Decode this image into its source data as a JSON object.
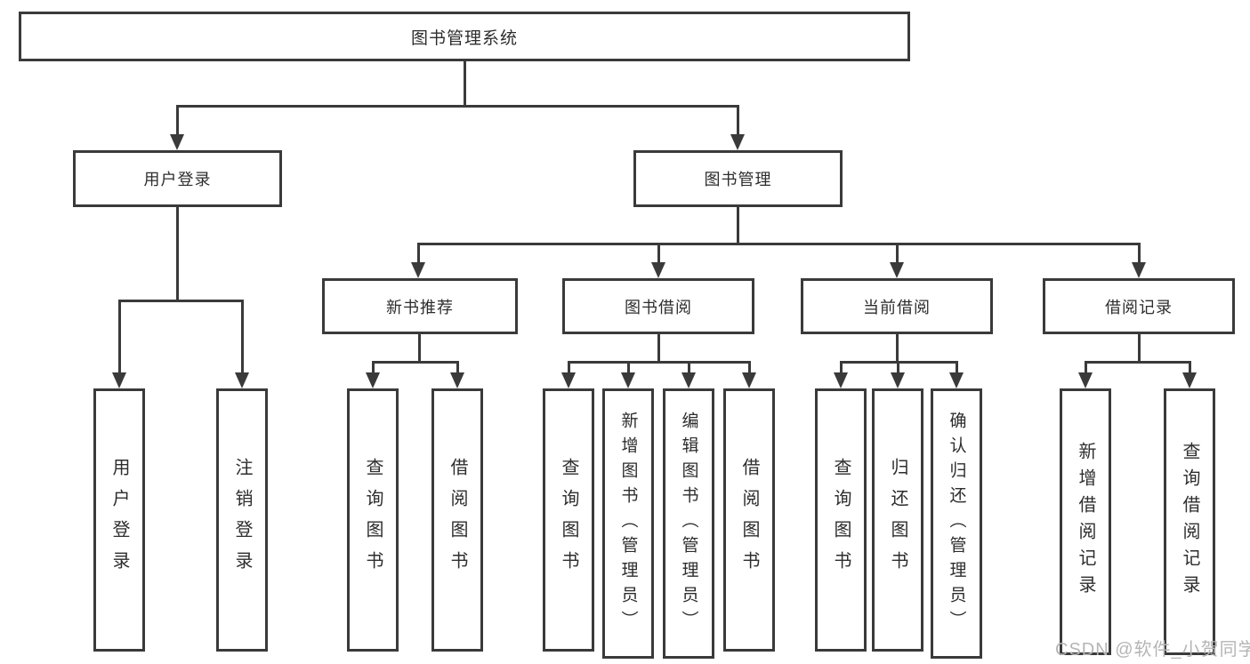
{
  "diagram": {
    "root": {
      "label": "图书管理系统"
    },
    "level2": [
      {
        "label": "用户登录"
      },
      {
        "label": "图书管理"
      }
    ],
    "level3": [
      {
        "label": "新书推荐"
      },
      {
        "label": "图书借阅"
      },
      {
        "label": "当前借阅"
      },
      {
        "label": "借阅记录"
      }
    ],
    "leaves": {
      "user_login": [
        "用户登录",
        "注销登录"
      ],
      "new_book": [
        "查询图书",
        "借阅图书"
      ],
      "book_borrow": [
        "查询图书",
        "新增图书（管理员）",
        "编辑图书（管理员）",
        "借阅图书"
      ],
      "current_borrow": [
        "查询图书",
        "归还图书",
        "确认归还（管理员）"
      ],
      "borrow_records": [
        "新增借阅记录",
        "查询借阅记录"
      ]
    }
  },
  "watermark": {
    "text": "CSDN @软件_小贺同学"
  },
  "colors": {
    "line": "#3a3a3a",
    "border": "#3a3a3a",
    "text": "#2d2d2d",
    "background": "#ffffff",
    "watermark": "#b5b5b5"
  }
}
